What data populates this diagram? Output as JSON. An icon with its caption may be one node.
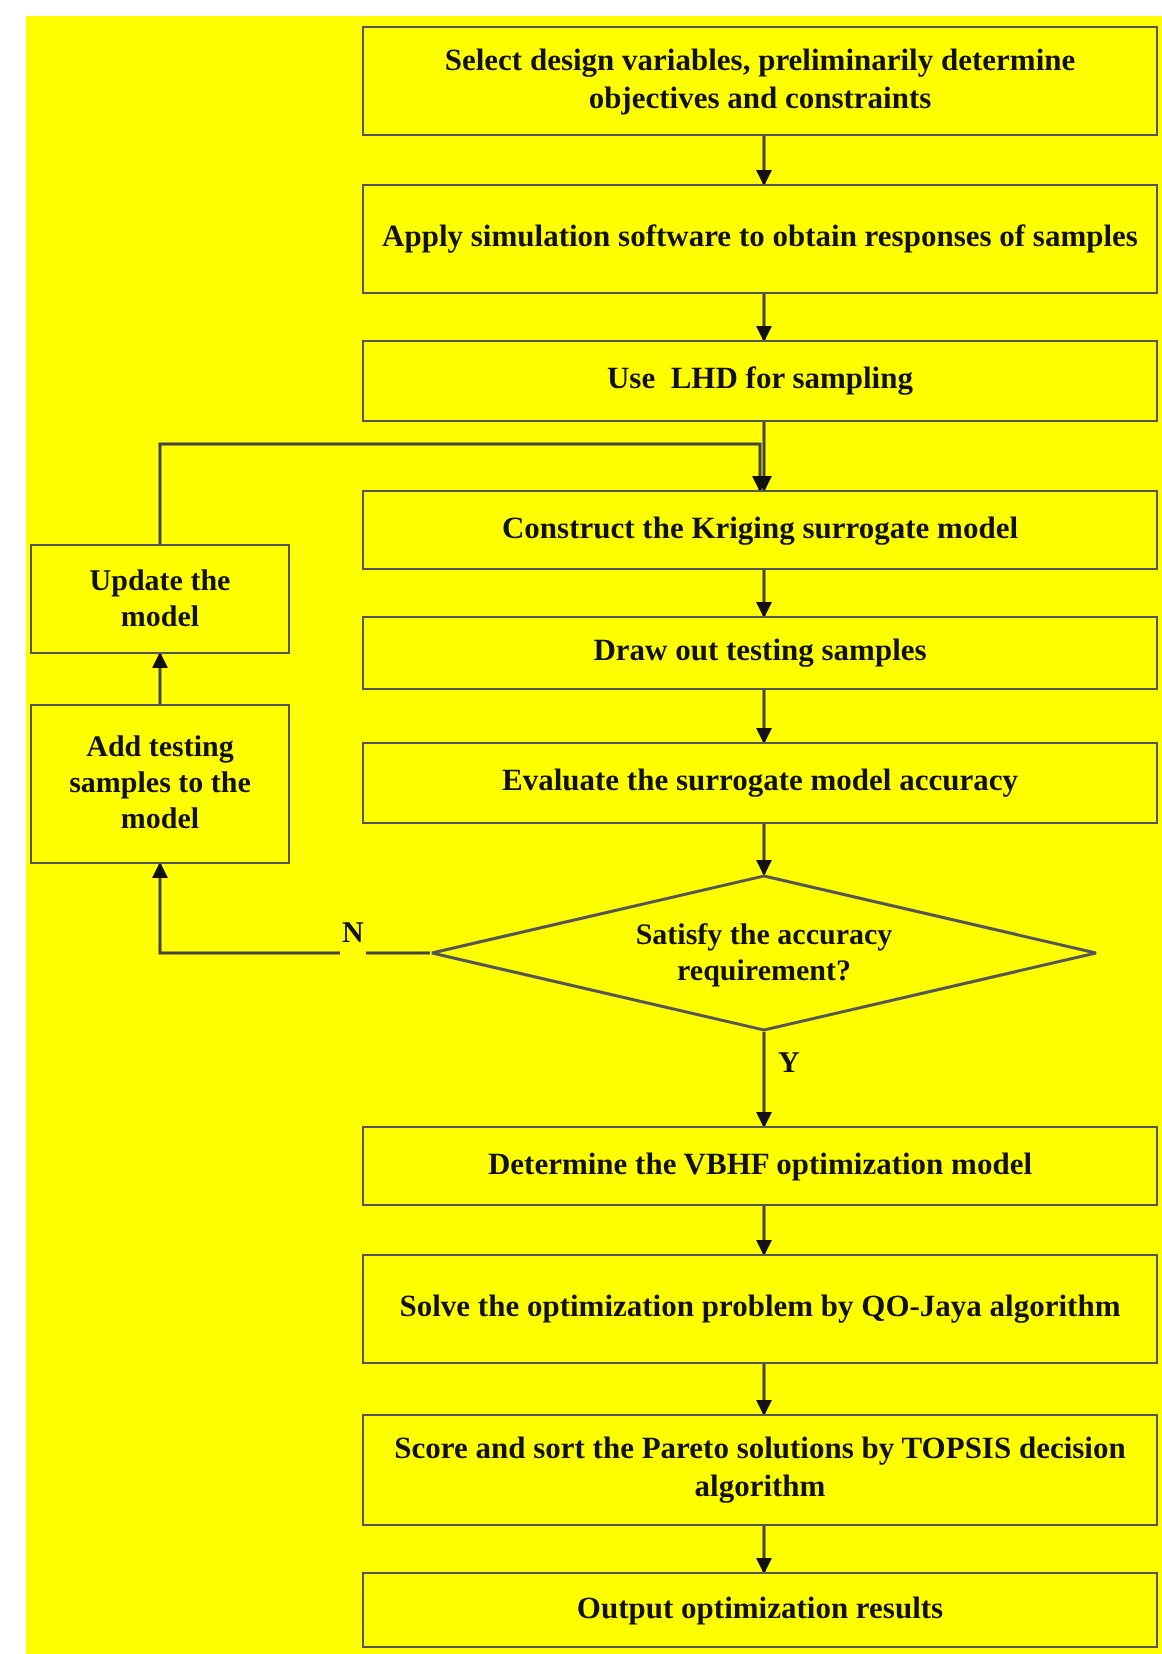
{
  "diagram": {
    "nodes": [
      {
        "text": [
          "Select design variables, preliminarily determine objectives and constraints"
        ]
      },
      {
        "text": [
          "Apply simulation software to obtain responses of samples"
        ]
      },
      {
        "text": [
          "Use  LHD for sampling"
        ]
      },
      {
        "text": [
          "Construct the Kriging surrogate model"
        ]
      },
      {
        "text": [
          "Draw out testing samples"
        ]
      },
      {
        "text": [
          "Evaluate the surrogate model accuracy"
        ]
      },
      {
        "text": [
          "Satisfy the accuracy requirement?"
        ]
      },
      {
        "text": [
          "Determine the VBHF optimization model"
        ]
      },
      {
        "text": [
          "Solve the optimization problem by QO-Jaya algorithm"
        ]
      },
      {
        "text": [
          "Score and sort the Pareto solutions by TOPSIS decision algorithm"
        ]
      },
      {
        "text": [
          "Output optimization results"
        ]
      },
      {
        "text": [
          "Update the model"
        ]
      },
      {
        "text": [
          "Add testing samples to the model"
        ]
      }
    ],
    "edges": [
      {
        "from": 0,
        "to": 1,
        "arrow": "to"
      },
      {
        "from": 1,
        "to": 2,
        "arrow": "to"
      },
      {
        "from": 2,
        "to": 3,
        "arrow": "to"
      },
      {
        "from": 3,
        "to": 4,
        "arrow": "to"
      },
      {
        "from": 4,
        "to": 5,
        "arrow": "to"
      },
      {
        "from": 5,
        "to": 6,
        "arrow": "to"
      },
      {
        "from": 6,
        "to": 12,
        "arrow": "to",
        "label": "N"
      },
      {
        "from": 12,
        "to": 11,
        "arrow": "to"
      },
      {
        "from": 11,
        "to": 3,
        "arrow": "to"
      },
      {
        "from": 6,
        "to": 7,
        "arrow": "to",
        "label": "Y"
      },
      {
        "from": 7,
        "to": 8,
        "arrow": "to"
      },
      {
        "from": 8,
        "to": 9,
        "arrow": "to"
      },
      {
        "from": 9,
        "to": 10,
        "arrow": "to"
      }
    ]
  }
}
